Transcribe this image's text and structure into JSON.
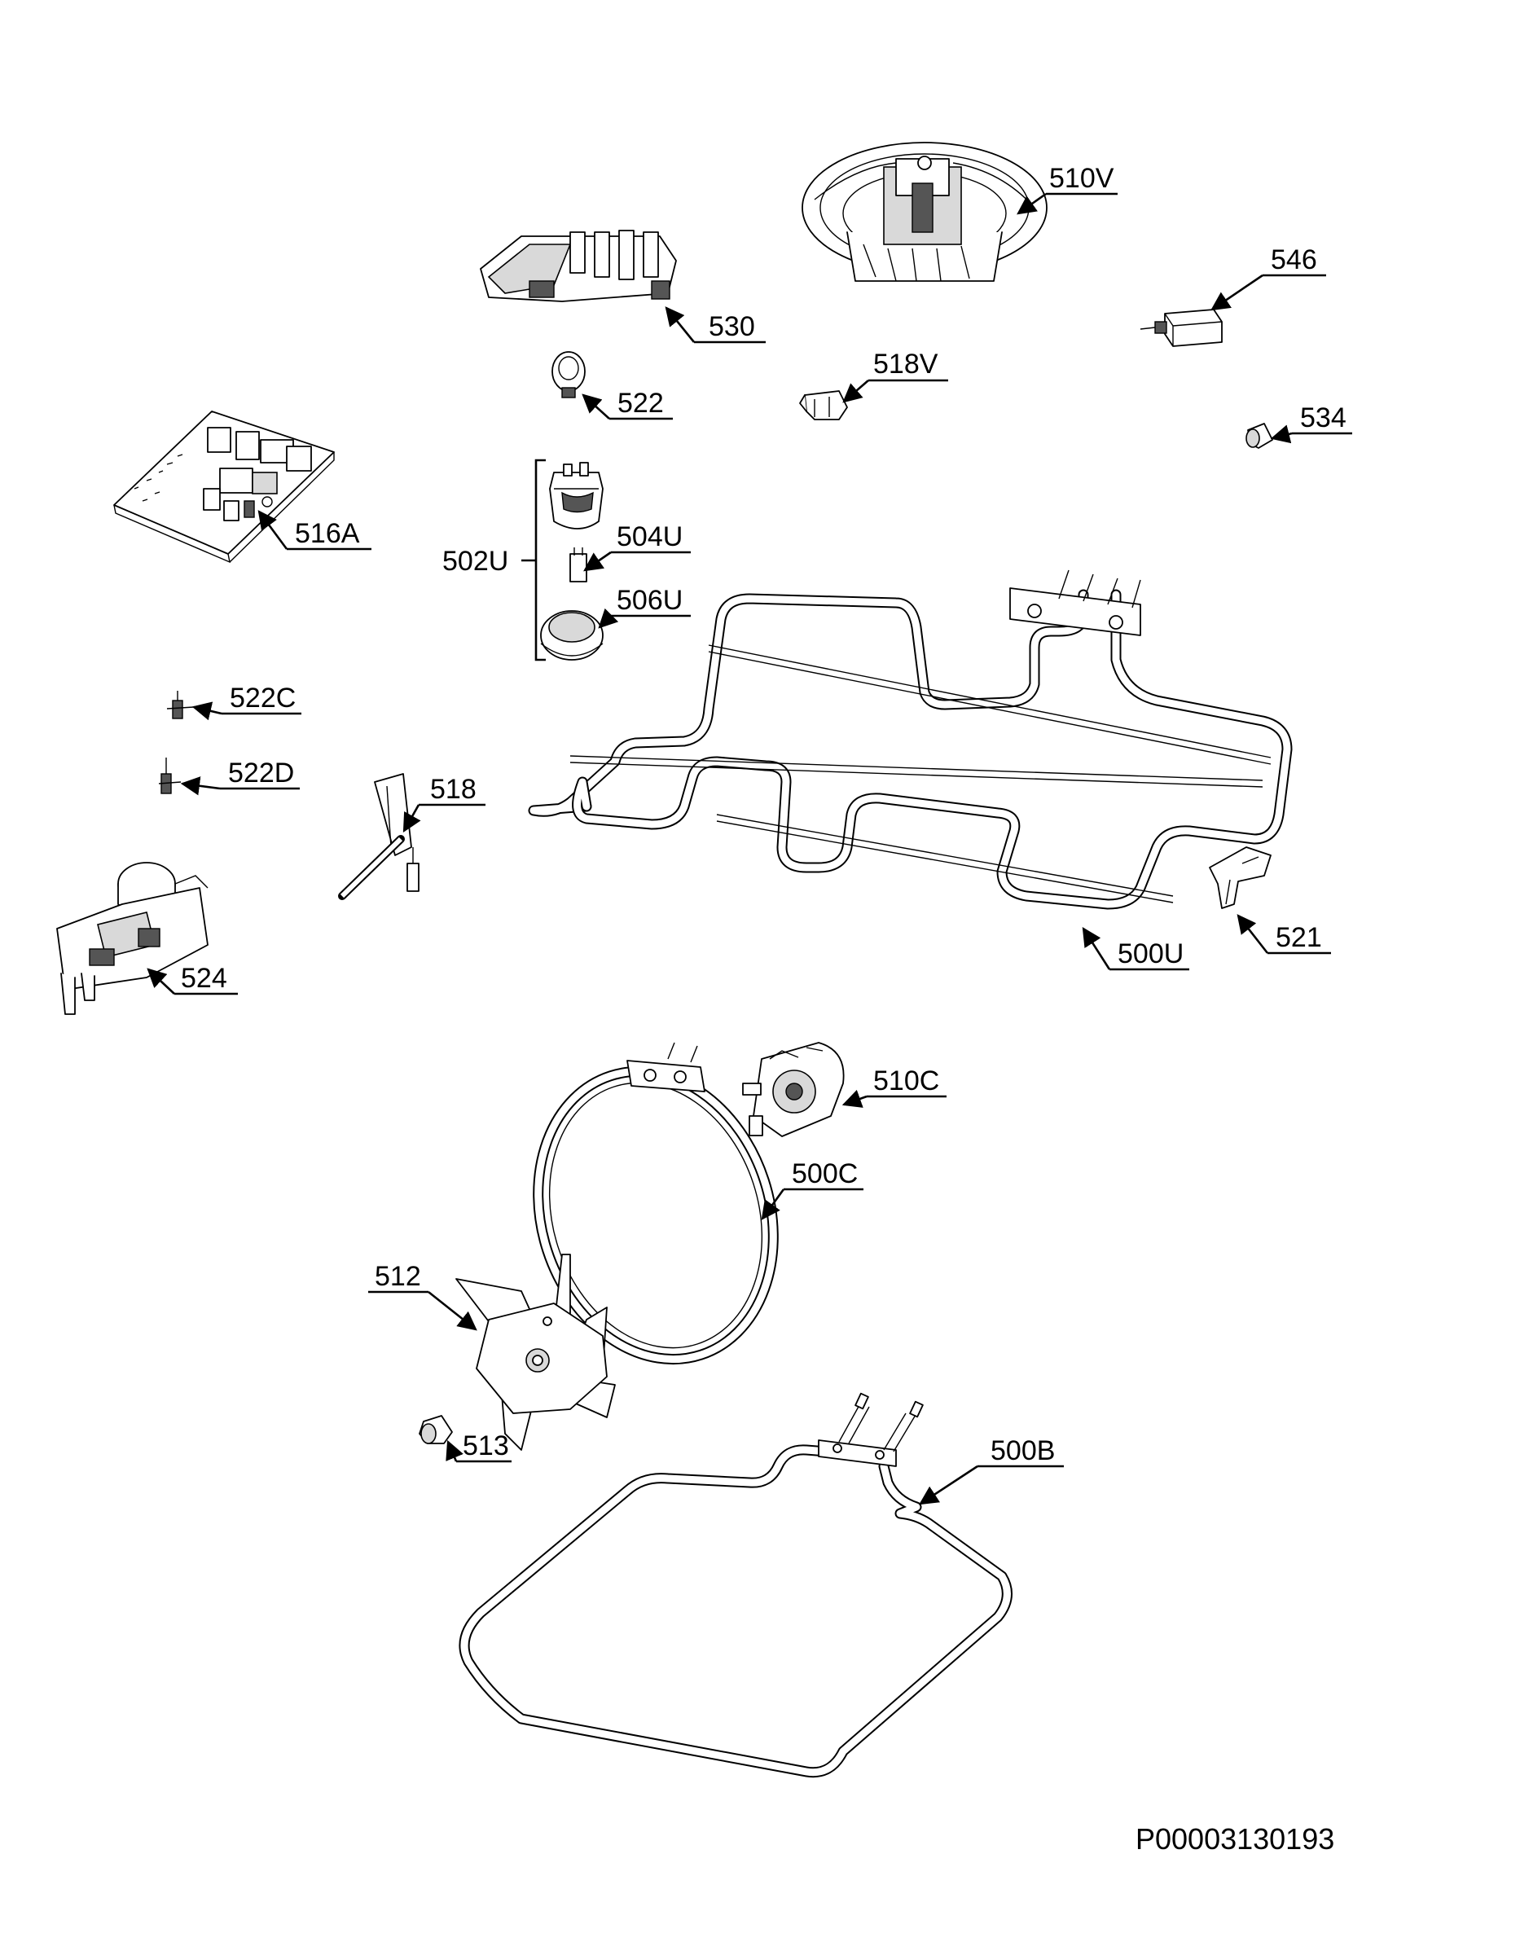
{
  "document": {
    "catalog_number": "P00003130193"
  },
  "labels": {
    "p510V": "510V",
    "p546": "546",
    "p530": "530",
    "p518V": "518V",
    "p522": "522",
    "p534": "534",
    "p516A": "516A",
    "p502U": "502U",
    "p504U": "504U",
    "p506U": "506U",
    "p522C": "522C",
    "p522D": "522D",
    "p518": "518",
    "p524": "524",
    "p500U": "500U",
    "p521": "521",
    "p510C": "510C",
    "p500C": "500C",
    "p512": "512",
    "p513": "513",
    "p500B": "500B"
  }
}
